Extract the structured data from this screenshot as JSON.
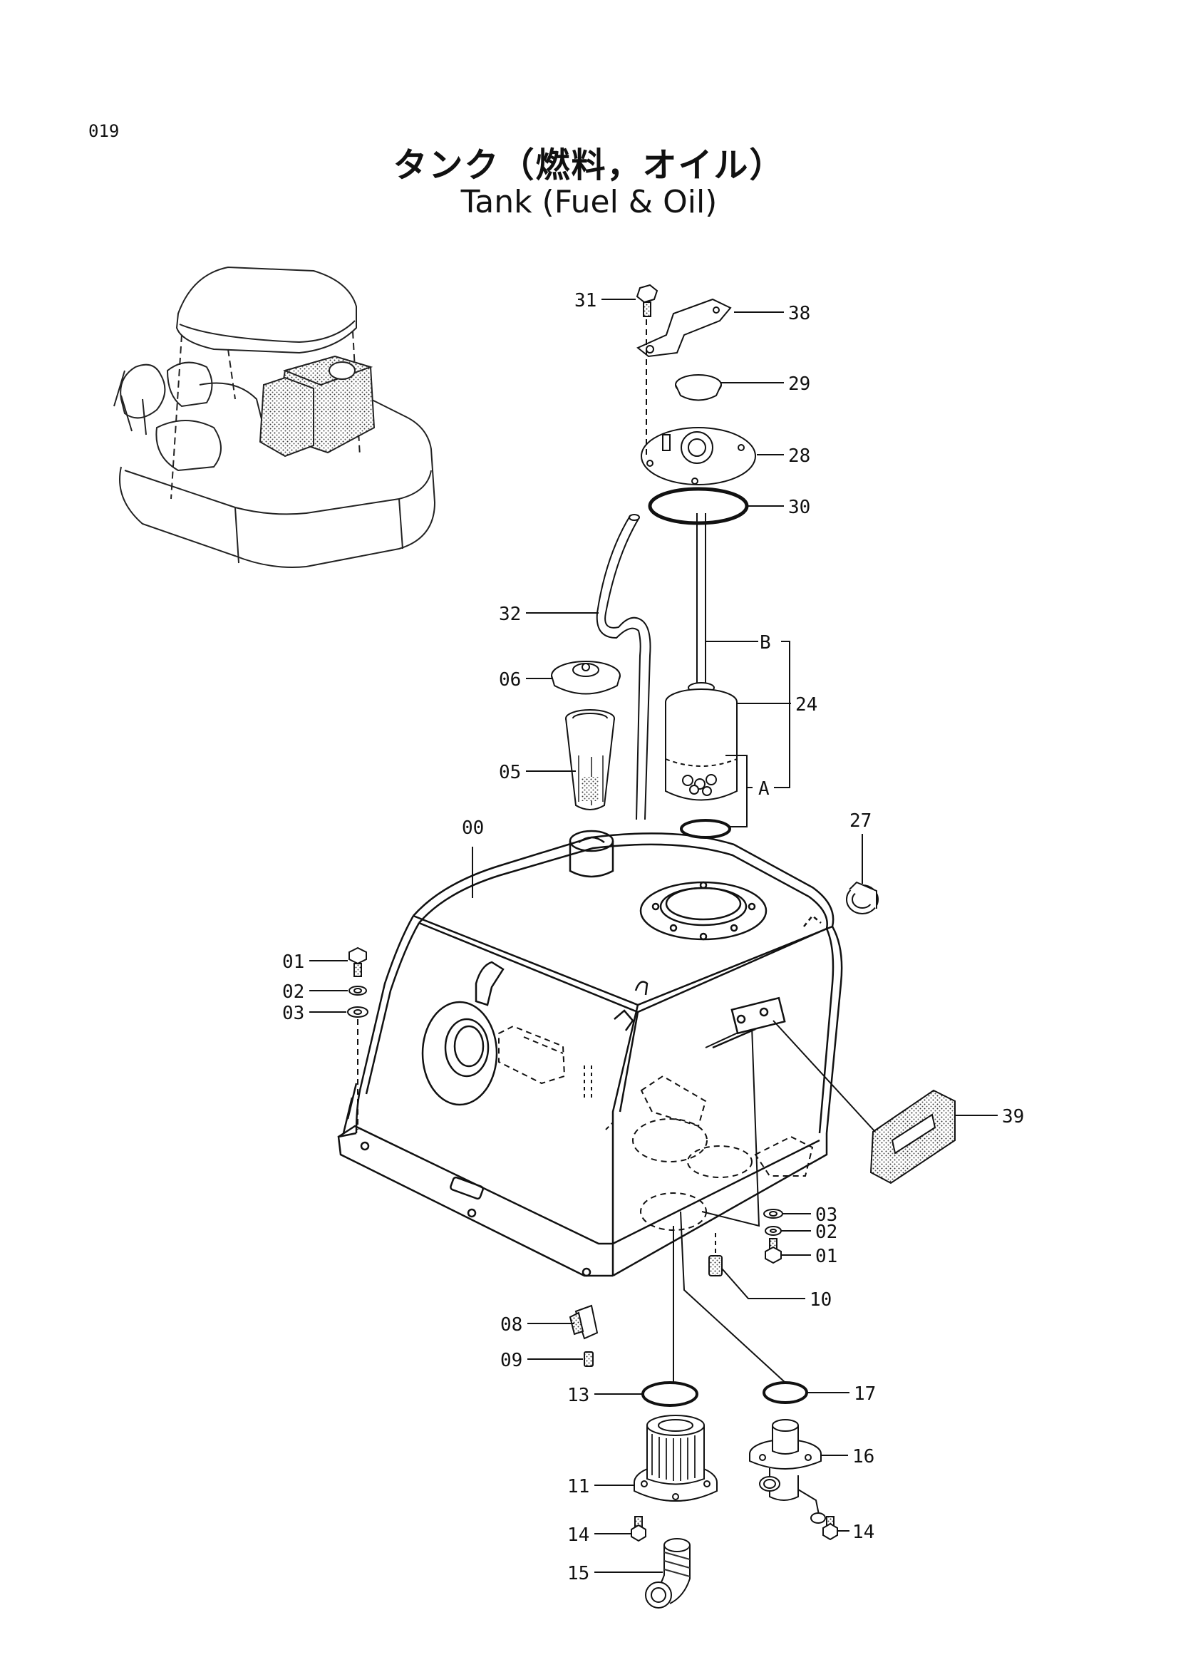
{
  "page": {
    "code": "019",
    "title_jp": "タンク（燃料，オイル）",
    "title_en": "Tank (Fuel & Oil)"
  },
  "callouts": [
    {
      "id": "c-31",
      "label": "31"
    },
    {
      "id": "c-38",
      "label": "38"
    },
    {
      "id": "c-29",
      "label": "29"
    },
    {
      "id": "c-28",
      "label": "28"
    },
    {
      "id": "c-30",
      "label": "30"
    },
    {
      "id": "c-32",
      "label": "32"
    },
    {
      "id": "c-B",
      "label": "B"
    },
    {
      "id": "c-06",
      "label": "06"
    },
    {
      "id": "c-24",
      "label": "24"
    },
    {
      "id": "c-05",
      "label": "05"
    },
    {
      "id": "c-A",
      "label": "A"
    },
    {
      "id": "c-27",
      "label": "27"
    },
    {
      "id": "c-00",
      "label": "00"
    },
    {
      "id": "c-01a",
      "label": "01"
    },
    {
      "id": "c-02a",
      "label": "02"
    },
    {
      "id": "c-03a",
      "label": "03"
    },
    {
      "id": "c-39",
      "label": "39"
    },
    {
      "id": "c-03b",
      "label": "03"
    },
    {
      "id": "c-02b",
      "label": "02"
    },
    {
      "id": "c-01b",
      "label": "01"
    },
    {
      "id": "c-10",
      "label": "10"
    },
    {
      "id": "c-08",
      "label": "08"
    },
    {
      "id": "c-09",
      "label": "09"
    },
    {
      "id": "c-13",
      "label": "13"
    },
    {
      "id": "c-17",
      "label": "17"
    },
    {
      "id": "c-16",
      "label": "16"
    },
    {
      "id": "c-11",
      "label": "11"
    },
    {
      "id": "c-14a",
      "label": "14"
    },
    {
      "id": "c-14b",
      "label": "14"
    },
    {
      "id": "c-15",
      "label": "15"
    }
  ]
}
